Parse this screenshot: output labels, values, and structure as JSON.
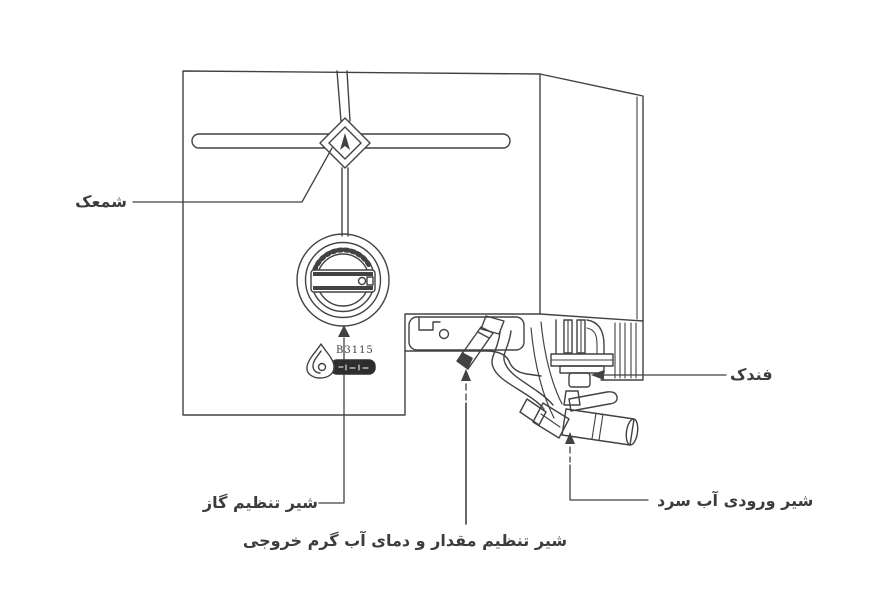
{
  "labels": {
    "pilot_light": "شمعک",
    "igniter": "فندک",
    "gas_regulator_valve": "شیر تنظیم گاز",
    "hot_water_output_valve": "شیر تنظیم مقدار و دمای آب گرم خروجی",
    "cold_water_inlet_valve": "شیر ورودی آب سرد"
  },
  "logo": {
    "model_code": "B3115"
  },
  "colors": {
    "line": "#424242",
    "text": "#3d3d3d",
    "background": "#ffffff",
    "dark_fill": "#2e2e2e"
  }
}
